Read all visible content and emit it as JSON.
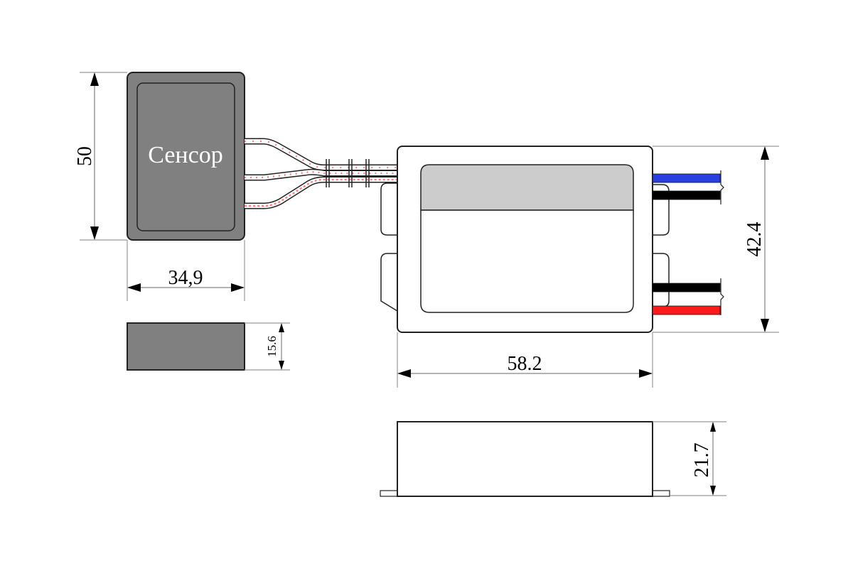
{
  "diagram": {
    "sensor": {
      "label": "Сенсор",
      "body_color": "#808080"
    },
    "dimensions": {
      "sensor_height": "50",
      "sensor_width": "34,9",
      "sensor_thickness": "15.6",
      "module_width": "58.2",
      "module_height": "42.4",
      "module_thickness": "21.7"
    },
    "wires": {
      "colors": [
        "#2a3fe0",
        "#000000",
        "#000000",
        "#ff1a1a"
      ],
      "cable_dots_color": "#ff8080"
    },
    "module": {
      "window_top_color": "#cccccc"
    }
  }
}
